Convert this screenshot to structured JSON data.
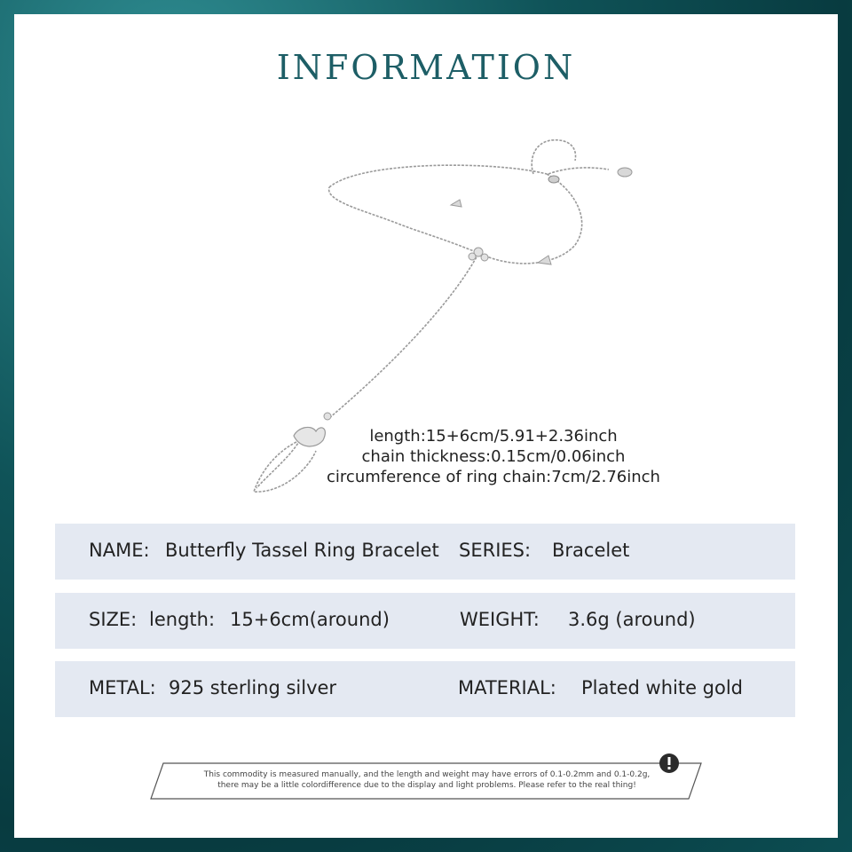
{
  "title": "INFORMATION",
  "specs": [
    "length:15+6cm/5.91+2.36inch",
    "chain thickness:0.15cm/0.06inch",
    "circumference of ring chain:7cm/2.76inch"
  ],
  "rows": [
    {
      "label1": "NAME:",
      "value1": "Butterfly Tassel Ring Bracelet",
      "label2": "SERIES:",
      "value2": "Bracelet"
    },
    {
      "label1": "SIZE:",
      "value1a": "length:",
      "value1": "15+6cm(around)",
      "label2": "WEIGHT:",
      "value2": "3.6g (around)"
    },
    {
      "label1": "METAL:",
      "value1": "925 sterling silver",
      "label2": "MATERIAL:",
      "value2": "Plated white gold"
    }
  ],
  "notice": {
    "line1": "This commodity is measured manually, and the length and weight may have errors of 0.1-0.2mm and 0.1-0.2g,",
    "line2": "there may be a little colordifference due to the display and light problems. Please refer to the real thing!",
    "icon": "exclamation-icon"
  },
  "colors": {
    "title": "#1d5e66",
    "row_background": "#e4e9f2",
    "frame_background": "#0f5358"
  }
}
